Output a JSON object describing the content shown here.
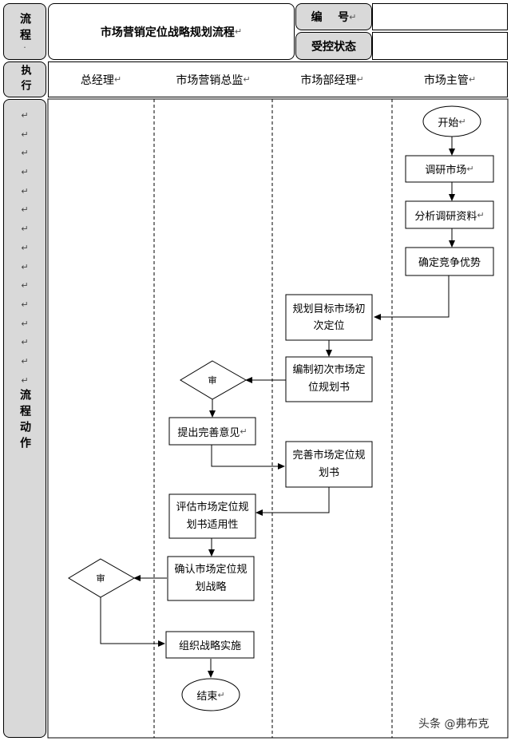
{
  "header": {
    "flow_label": "流程",
    "flow_label_dot": "·",
    "title": "市场营销定位战略规划流程",
    "number_label": "编    号",
    "control_label": "受控状态",
    "exec_label": "执行",
    "lanes": [
      "总经理",
      "市场营销总监",
      "市场部经理",
      "市场主管"
    ]
  },
  "side": {
    "action_label": "流程动作",
    "mark": "↵"
  },
  "flow": {
    "start": "开始",
    "research": "调研市场",
    "analyze": "分析调研资料",
    "advantage": "确定竞争优势",
    "plan_target": "规划目标市场初次定位",
    "compile": "编制初次市场定位规划书",
    "review1": "审",
    "opinion": "提出完善意见",
    "improve": "完善市场定位规划书",
    "evaluate": "评估市场定位规划书适用性",
    "confirm": "确认市场定位规划战略",
    "review2": "审",
    "implement": "组织战略实施",
    "end": "结束"
  },
  "watermark": "头条 @弗布克"
}
